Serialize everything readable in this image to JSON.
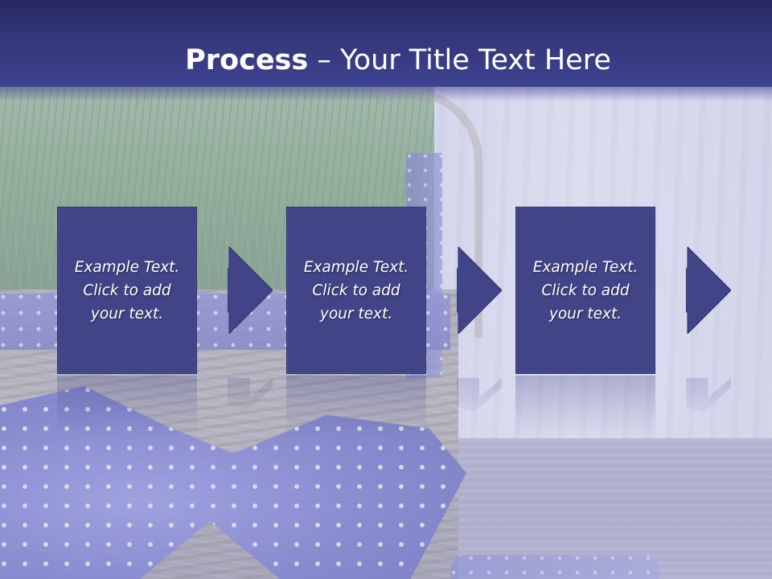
{
  "slide": {
    "title_strong": "Process",
    "title_rest": " – Your Title Text Here",
    "colors": {
      "title_bar": "#34377a",
      "step_fill": "#414587",
      "step_border": "#2d3070",
      "text": "#ffffff"
    }
  },
  "process": {
    "steps": [
      {
        "text": "Example Text.\nClick  to add\nyour text."
      },
      {
        "text": "Example Text.\nClick  to add\nyour text."
      },
      {
        "text": "Example Text.\nClick  to add\nyour text."
      }
    ]
  }
}
